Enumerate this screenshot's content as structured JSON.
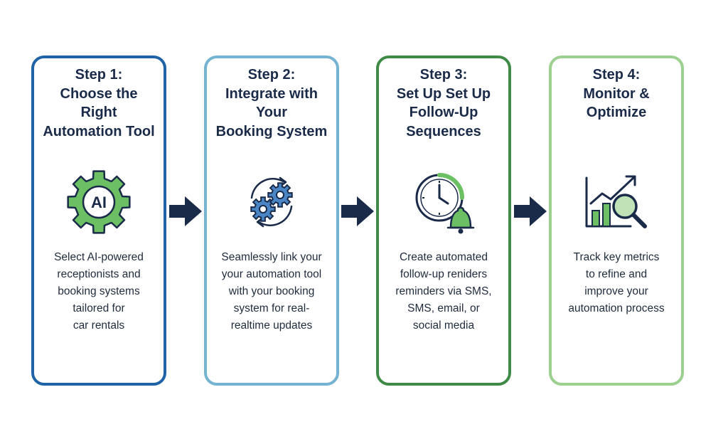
{
  "steps": [
    {
      "title": [
        "Step 1:",
        "Choose the",
        "Right",
        "Automation Tool"
      ],
      "icon": "ai-gear-icon",
      "icon_text": "AI",
      "description": [
        "Select AI-powered",
        "receptionists and",
        "booking systems",
        "tailored for",
        "car rentals"
      ]
    },
    {
      "title": [
        "Step 2:",
        "Integrate with",
        "Your",
        "Booking System"
      ],
      "icon": "gears-sync-icon",
      "description": [
        "Seamlessly link your",
        "your automation tool",
        "with your booking",
        "system for real-",
        "realtime updates"
      ]
    },
    {
      "title": [
        "Step 3:",
        "Set Up Set Up",
        "Follow-Up",
        "Sequences"
      ],
      "icon": "clock-bell-icon",
      "description": [
        "Create automated",
        "follow-up reniders",
        "reminders via SMS,",
        "SMS, email, or",
        "social media"
      ]
    },
    {
      "title": [
        "Step 4:",
        "Monitor &",
        "Optimize"
      ],
      "icon": "chart-magnifier-icon",
      "description": [
        "Track key metrics",
        "to refine and",
        "improve your",
        "automation process"
      ]
    }
  ],
  "colors": {
    "step1_border": "#1f63a6",
    "step2_border": "#74b3d1",
    "step3_border": "#3e8a46",
    "step4_border": "#9cd08f",
    "arrow": "#1a2b4a",
    "icon_green": "#6cbf63",
    "icon_blue": "#4a86c5",
    "text_dark": "#1a2b4a"
  }
}
